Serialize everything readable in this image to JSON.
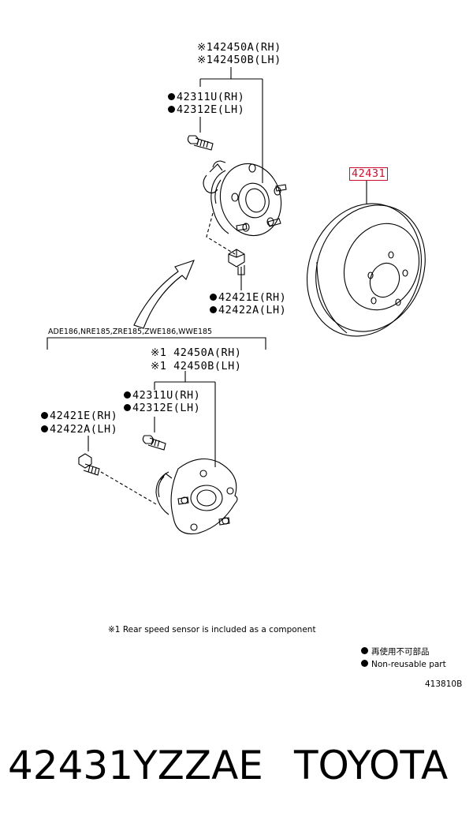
{
  "labels": {
    "upper_sensor_rh": "※142450A(RH)",
    "upper_sensor_lh": "※142450B(LH)",
    "upper_bolt_rh": "42311U(RH)",
    "upper_bolt_lh": "42312E(LH)",
    "upper_nut_rh": "42421E(RH)",
    "upper_nut_lh": "42422A(LH)",
    "disc_part": "42431",
    "models": "ADE186,NRE185,ZRE185,ZWE186,WWE185",
    "lower_sensor_rh": "※1 42450A(RH)",
    "lower_sensor_lh": "※1 42450B(LH)",
    "lower_bolt_rh": "42311U(RH)",
    "lower_bolt_lh": "42312E(LH)",
    "lower_nut_rh": "42421E(RH)",
    "lower_nut_lh": "42422A(LH)"
  },
  "notes": {
    "footnote": "※1 Rear speed sensor is included as a component",
    "nonreusable_jp": "再使用不可部品",
    "nonreusable_en": "Non-reusable part",
    "diagram_code": "413810B"
  },
  "footer": {
    "part_number": "42431YZZAE",
    "brand": "TOYOTA"
  },
  "colors": {
    "ink": "#000000",
    "highlight": "#c8102e"
  }
}
